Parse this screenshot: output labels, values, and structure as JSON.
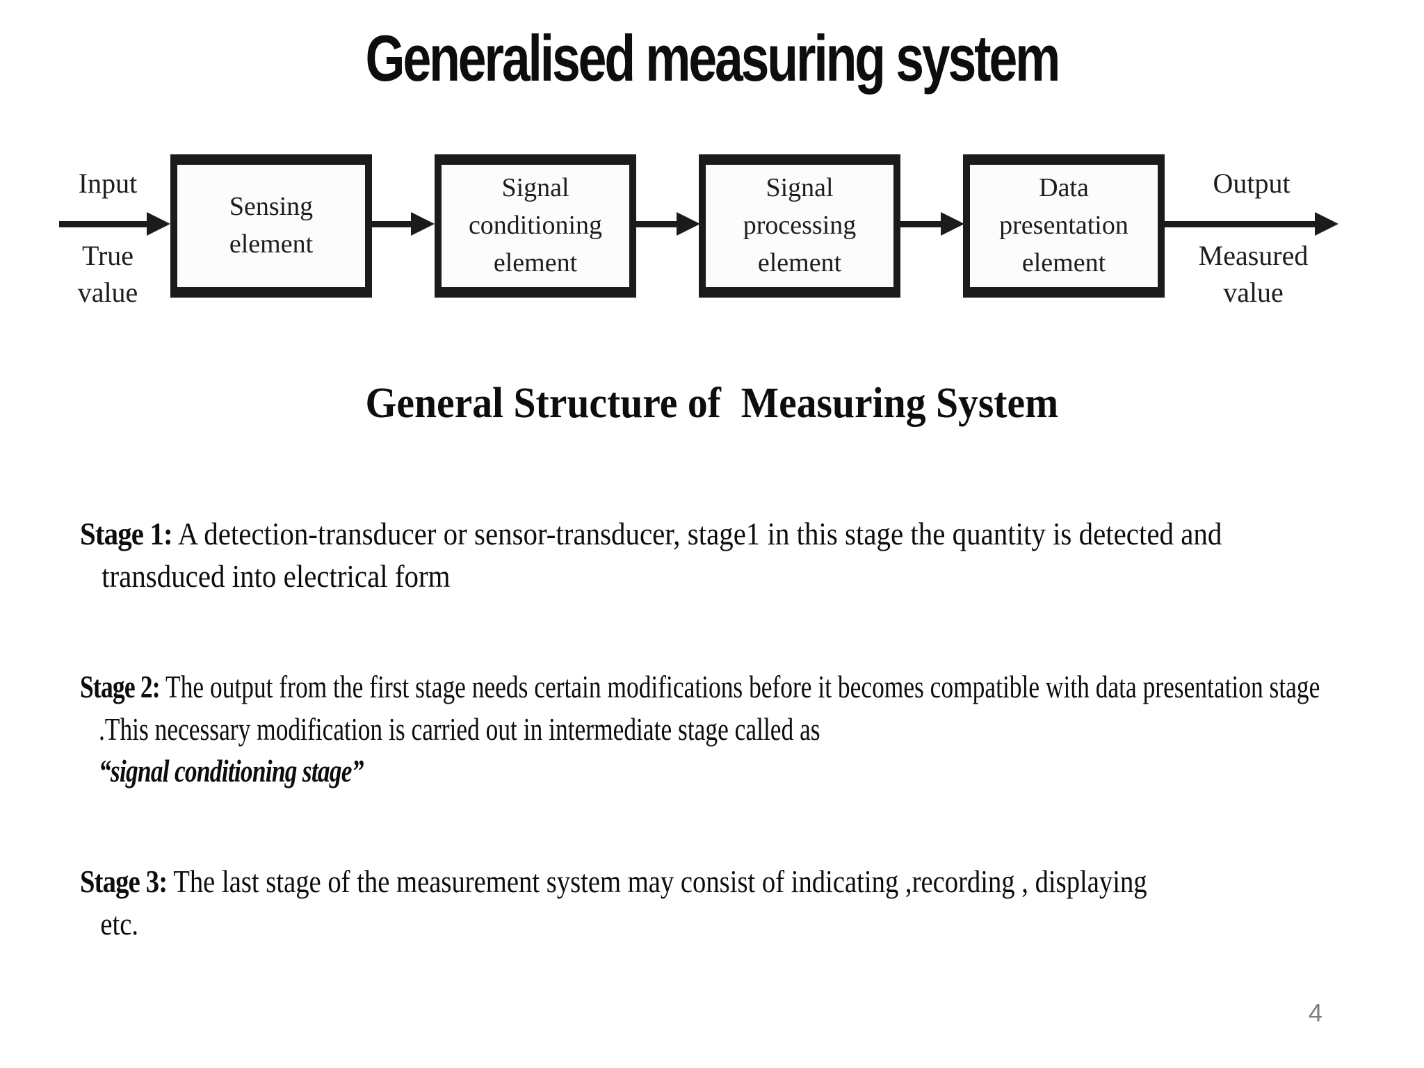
{
  "title": "Generalised measuring system",
  "diagram": {
    "input_label": "Input",
    "input_sublabel": "True value",
    "output_label": "Output",
    "output_sublabel": "Measured value",
    "boxes": [
      "Sensing element",
      "Signal conditioning element",
      "Signal processing element",
      "Data presentation element"
    ]
  },
  "subtitle": "General Structure of  Measuring System",
  "stages": [
    {
      "label": "Stage 1:",
      "text": "A detection-transducer or sensor-transducer, stage1 in this stage the quantity is detected and transduced into electrical form"
    },
    {
      "label": "Stage 2:",
      "text": "The output from the first stage needs certain modifications before it becomes compatible with data presentation stage .This necessary modification is carried out in intermediate stage called as",
      "quote": "“signal conditioning stage”"
    },
    {
      "label": "Stage 3:",
      "text": "The last stage of the measurement system may consist of indicating ,recording , displaying",
      "text2": "etc."
    }
  ],
  "page_number": "4",
  "colors": {
    "diagram_line": "#1b1b1b",
    "text": "#0d0d0d",
    "page_number": "#7d7d7d",
    "background": "#ffffff"
  }
}
